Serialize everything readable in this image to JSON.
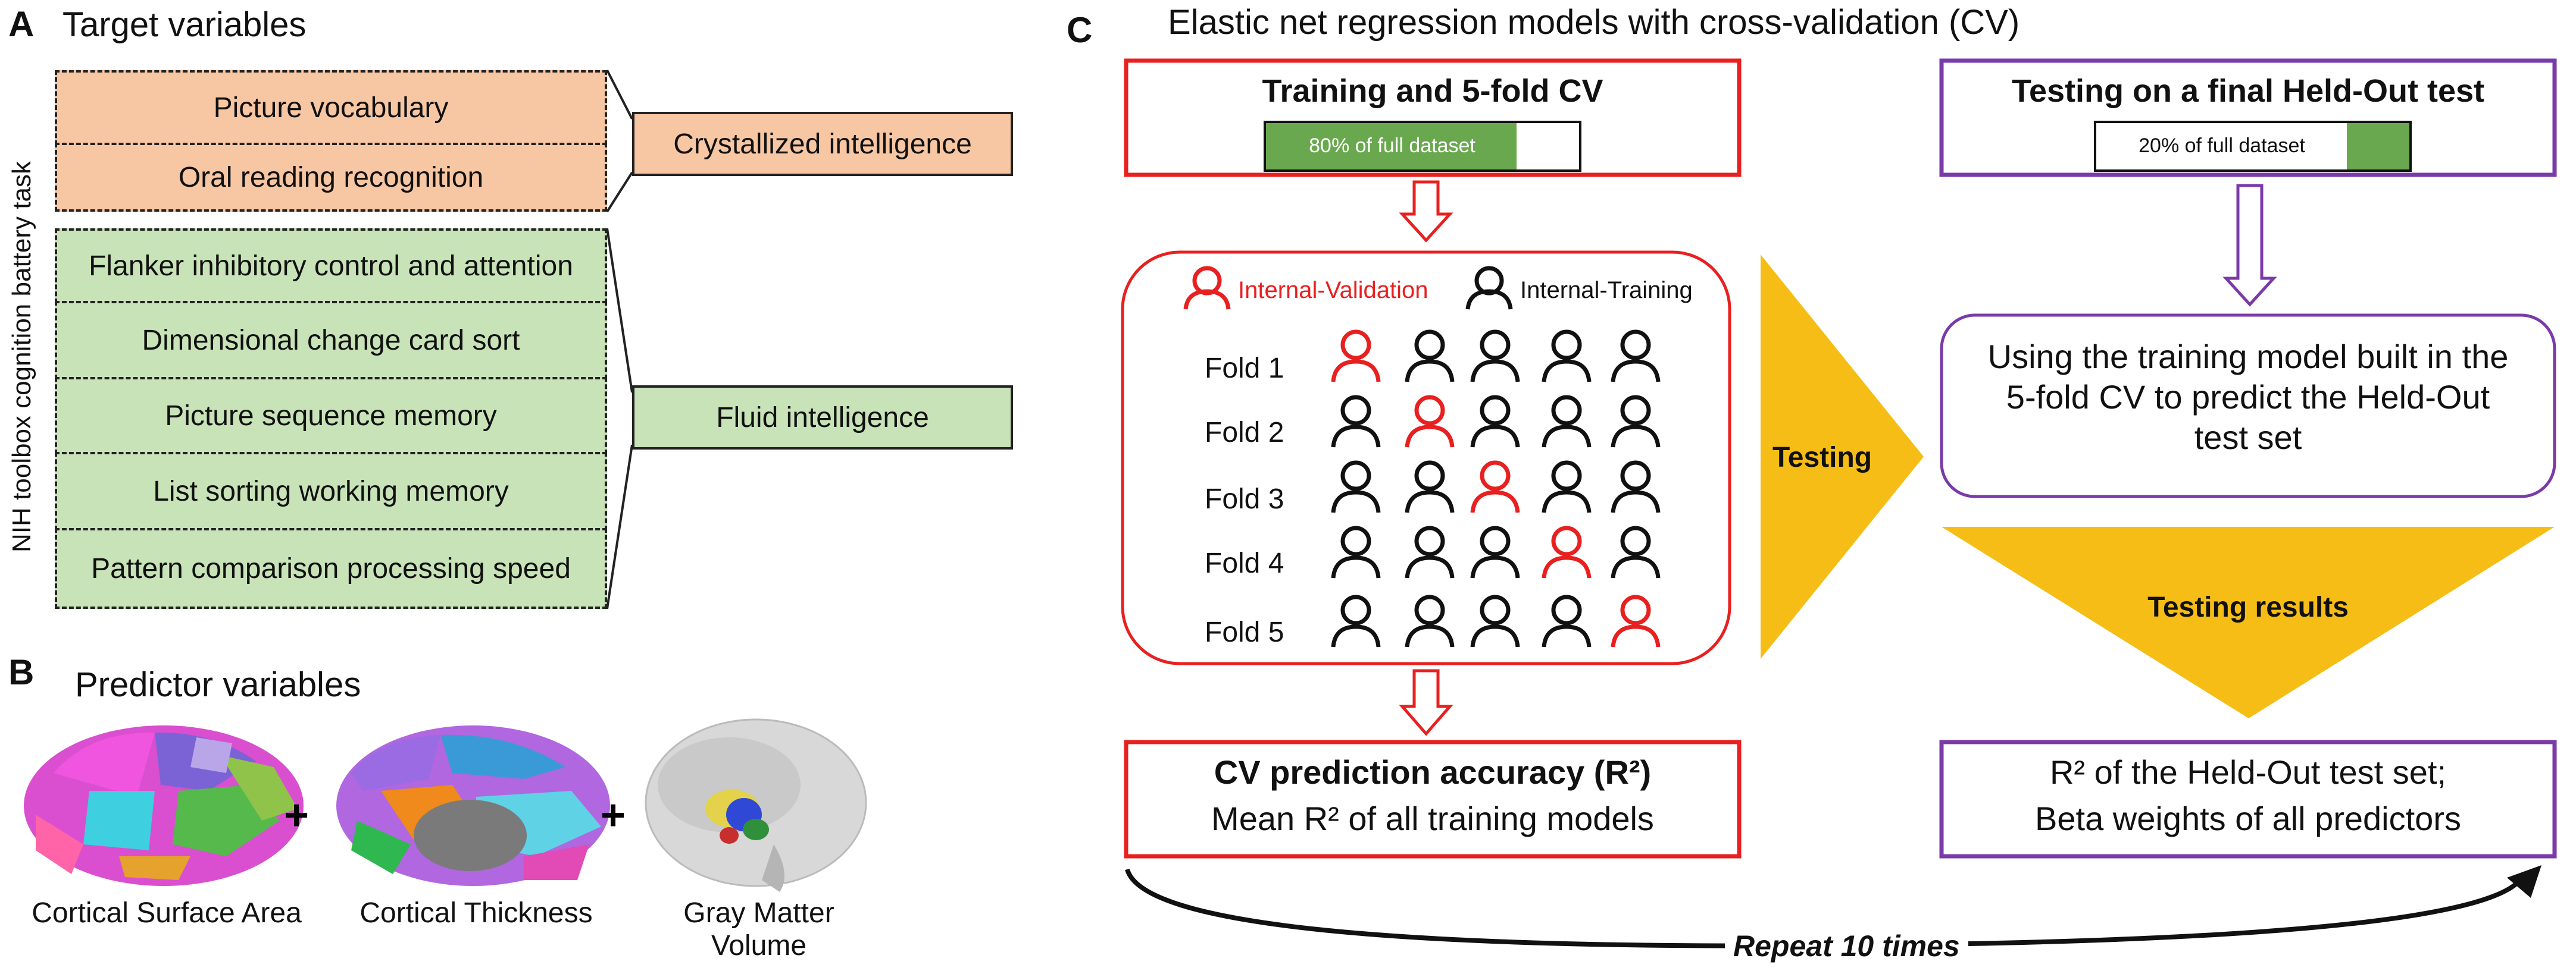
{
  "panelA": {
    "letter": "A",
    "title": "Target variables",
    "side_label": "NIH toolbox cognition battery task",
    "crystallized_tasks": [
      "Picture vocabulary",
      "Oral reading recognition"
    ],
    "fluid_tasks": [
      "Flanker inhibitory control and attention",
      "Dimensional change card sort",
      "Picture sequence memory",
      "List sorting working memory",
      "Pattern comparison processing speed"
    ],
    "crystallized_label": "Crystallized intelligence",
    "fluid_label": "Fluid intelligence",
    "colors": {
      "orange": "#f7c6a3",
      "green": "#c8e3b8"
    }
  },
  "panelB": {
    "letter": "B",
    "title": "Predictor variables",
    "plus": "+",
    "brains": [
      "Cortical Surface Area",
      "Cortical Thickness",
      "Gray Matter Volume"
    ]
  },
  "panelC": {
    "letter": "C",
    "title": "Elastic net regression models with cross-validation (CV)",
    "training_title": "Training and 5-fold CV",
    "training_bar": "80% of full dataset",
    "training_fraction": 0.8,
    "testing_title": "Testing on a final Held-Out test",
    "testing_bar": "20% of full dataset",
    "testing_fraction": 0.2,
    "legend_validation": "Internal-Validation",
    "legend_training": "Internal-Training",
    "folds": [
      "Fold 1",
      "Fold 2",
      "Fold 3",
      "Fold 4",
      "Fold 5"
    ],
    "testing_arrow": "Testing",
    "using_model": "Using the training model built in the 5-fold CV to predict the Held-Out test set",
    "testing_results": "Testing results",
    "cv_accuracy_title": "CV prediction accuracy (R²)",
    "cv_accuracy_sub": "Mean R² of all training models",
    "heldout_line1": "R² of the Held-Out test set;",
    "heldout_line2": "Beta weights of all predictors",
    "repeat": "Repeat 10 times",
    "colors": {
      "red": "#e8201f",
      "purple": "#7a3aa8",
      "gold": "#f6bd16",
      "bargreen": "#6aa84f"
    }
  }
}
